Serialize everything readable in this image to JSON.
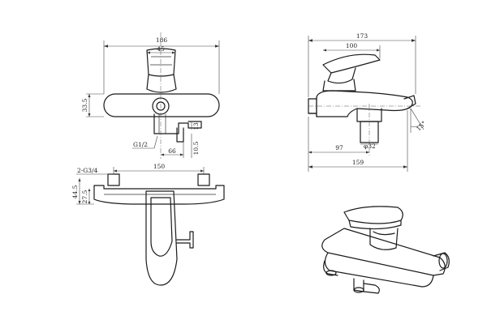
{
  "dimensions": {
    "front_width": "186",
    "handle_width": "45",
    "front_height": "33.5",
    "outlet_offset": "13",
    "inlet_thread": "G1/2",
    "outlet_spacing": "66",
    "outlet_height": "10.5",
    "side_width": "173",
    "spout_length": "100",
    "spout_angle": "15°",
    "diverter_offset": "97",
    "diverter_diameter": "φ32",
    "side_total": "159",
    "bottom_thread": "2-G3/4",
    "bottom_width": "150",
    "bottom_height": "44.5",
    "bottom_offset": "27.5"
  }
}
